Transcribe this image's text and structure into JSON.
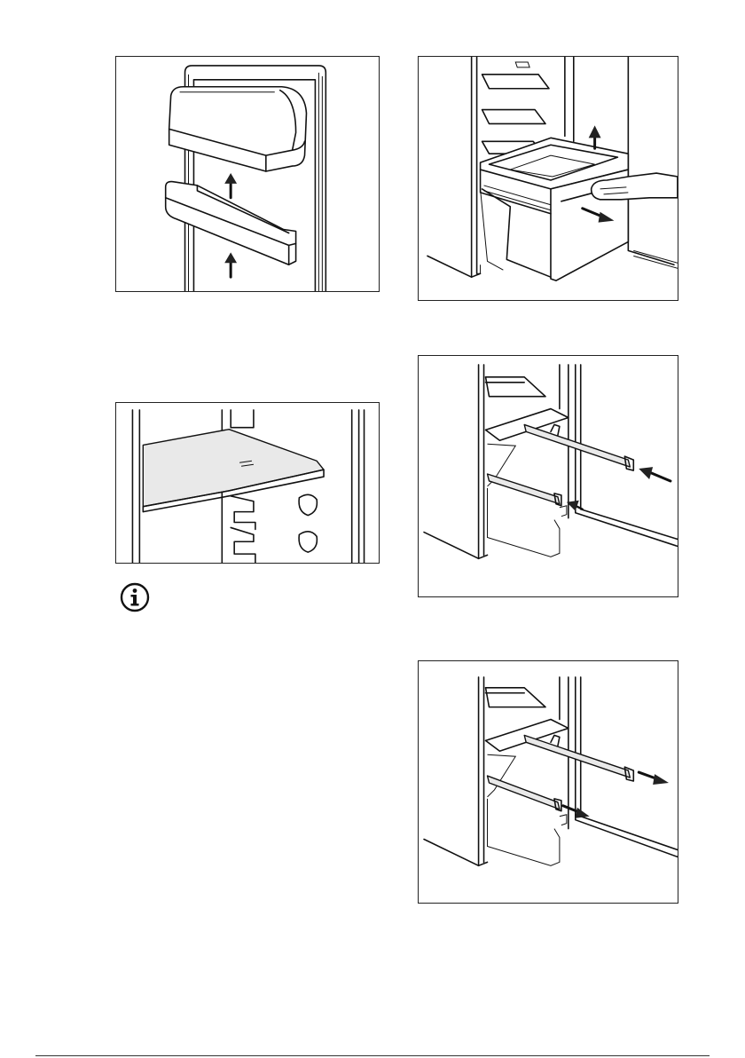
{
  "page": {
    "colors": {
      "line": "#111111",
      "background": "#ffffff",
      "fill_light": "#e9e9e9"
    }
  },
  "figures": {
    "door": {
      "name": "door-balcony-removal",
      "arrows": 2,
      "arrow_direction": "up"
    },
    "drawer": {
      "name": "drawer-removal",
      "arrows": 2,
      "arrow_directions": [
        "up",
        "out"
      ]
    },
    "shelf": {
      "name": "shelf-positioning",
      "arrows": 0
    },
    "rails_in": {
      "name": "rails-push-in",
      "arrows": 2,
      "arrow_direction": "in"
    },
    "rails_out": {
      "name": "rails-pull-out",
      "arrows": 2,
      "arrow_direction": "out"
    }
  },
  "icons": {
    "info": "info-icon"
  }
}
